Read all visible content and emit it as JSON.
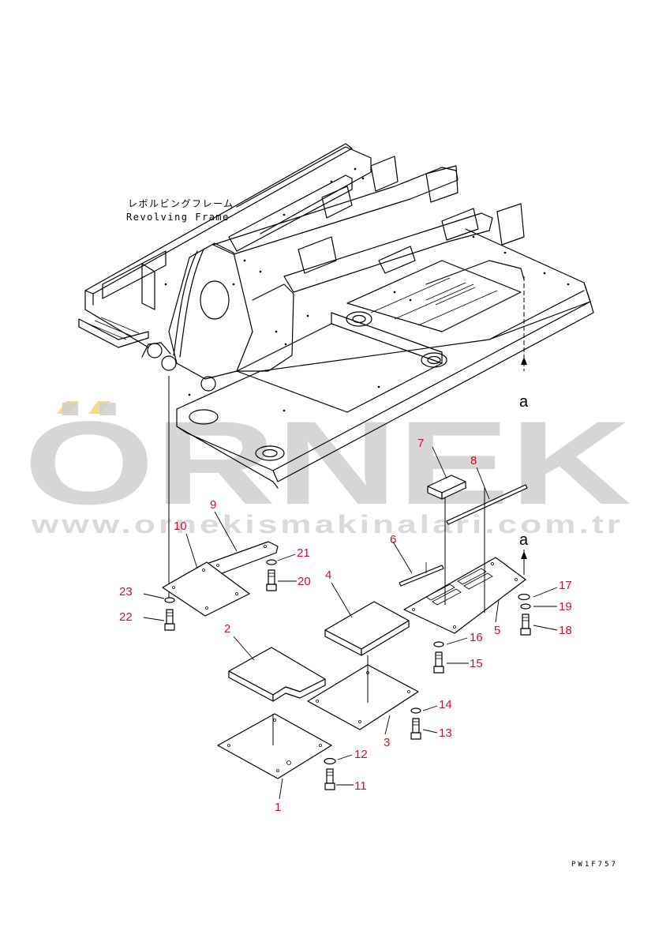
{
  "frame_label": {
    "jp": "レボルビングフレーム",
    "en": "Revolving Frame"
  },
  "drawing_code": "PW1F757",
  "view_arrow": "a",
  "watermark": {
    "brand": "ÖRNEK",
    "url": "www.ornekismakinalari.com.tr"
  },
  "colors": {
    "callout": "#c8102e",
    "watermark": "#cfcfcf",
    "watermark_accent": "#f2d67a"
  },
  "callouts": [
    {
      "id": "1",
      "text": "1"
    },
    {
      "id": "2",
      "text": "2"
    },
    {
      "id": "3",
      "text": "3"
    },
    {
      "id": "4",
      "text": "4"
    },
    {
      "id": "5",
      "text": "5"
    },
    {
      "id": "6",
      "text": "6"
    },
    {
      "id": "7",
      "text": "7"
    },
    {
      "id": "8",
      "text": "8"
    },
    {
      "id": "9",
      "text": "9"
    },
    {
      "id": "10",
      "text": "10"
    },
    {
      "id": "11",
      "text": "11"
    },
    {
      "id": "12",
      "text": "12"
    },
    {
      "id": "13",
      "text": "13"
    },
    {
      "id": "14",
      "text": "14"
    },
    {
      "id": "15",
      "text": "15"
    },
    {
      "id": "16",
      "text": "16"
    },
    {
      "id": "17",
      "text": "17"
    },
    {
      "id": "18",
      "text": "18"
    },
    {
      "id": "19",
      "text": "19"
    },
    {
      "id": "20",
      "text": "20"
    },
    {
      "id": "21",
      "text": "21"
    },
    {
      "id": "22",
      "text": "22"
    },
    {
      "id": "23",
      "text": "23"
    }
  ]
}
